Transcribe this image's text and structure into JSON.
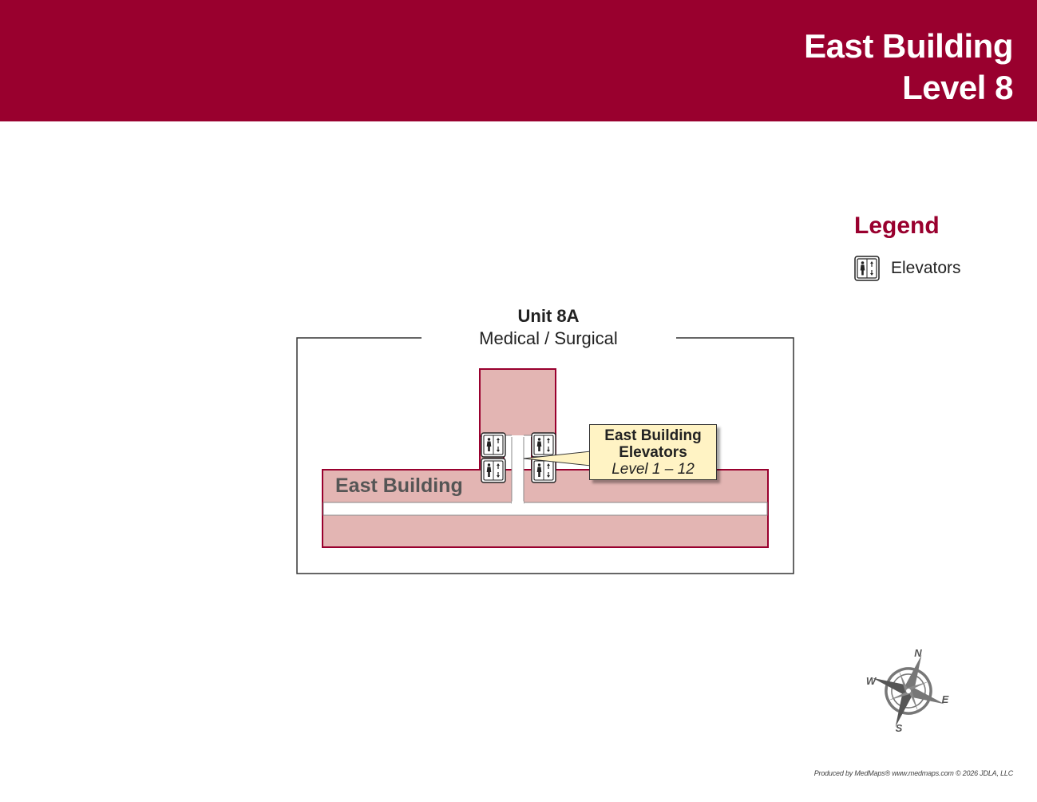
{
  "header": {
    "title_line1": "East Building",
    "title_line2": "Level 8",
    "background": "#99002e"
  },
  "legend": {
    "title": "Legend",
    "items": [
      {
        "icon": "elevator-icon",
        "label": "Elevators"
      }
    ]
  },
  "unit": {
    "name": "Unit 8A",
    "description": "Medical / Surgical"
  },
  "building": {
    "label": "East Building",
    "fill": "#e3b5b3",
    "outline": "#99002e"
  },
  "callout": {
    "title_line1": "East Building",
    "title_line2": "Elevators",
    "subtitle": "Level 1 – 12"
  },
  "compass": {
    "north": "N",
    "east": "E",
    "south": "S",
    "west": "W"
  },
  "credit": "Produced by MedMaps®  www.medmaps.com  © 2026 JDLA, LLC"
}
